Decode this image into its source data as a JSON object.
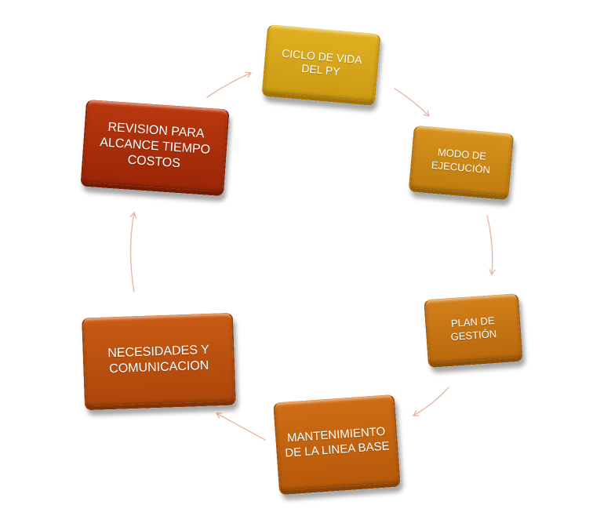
{
  "diagram": {
    "type": "cycle",
    "nodes": [
      {
        "id": "n1",
        "label": "CICLO DE VIDA DEL PY",
        "color": "#d4a51a"
      },
      {
        "id": "n2",
        "label": "MODO DE EJECUCIÓN",
        "color": "#cb8815"
      },
      {
        "id": "n3",
        "label": "PLAN DE GESTIÓN",
        "color": "#c57614"
      },
      {
        "id": "n4",
        "label": "MANTENIMIENTO DE LA LINEA BASE",
        "color": "#c2640f"
      },
      {
        "id": "n5",
        "label": "NECESIDADES Y COMUNICACION",
        "color": "#bb500f"
      },
      {
        "id": "n6",
        "label": "REVISION PARA ALCANCE TIEMPO COSTOS",
        "color": "#a9300b"
      }
    ],
    "connector_color": "#e8b8a6"
  }
}
